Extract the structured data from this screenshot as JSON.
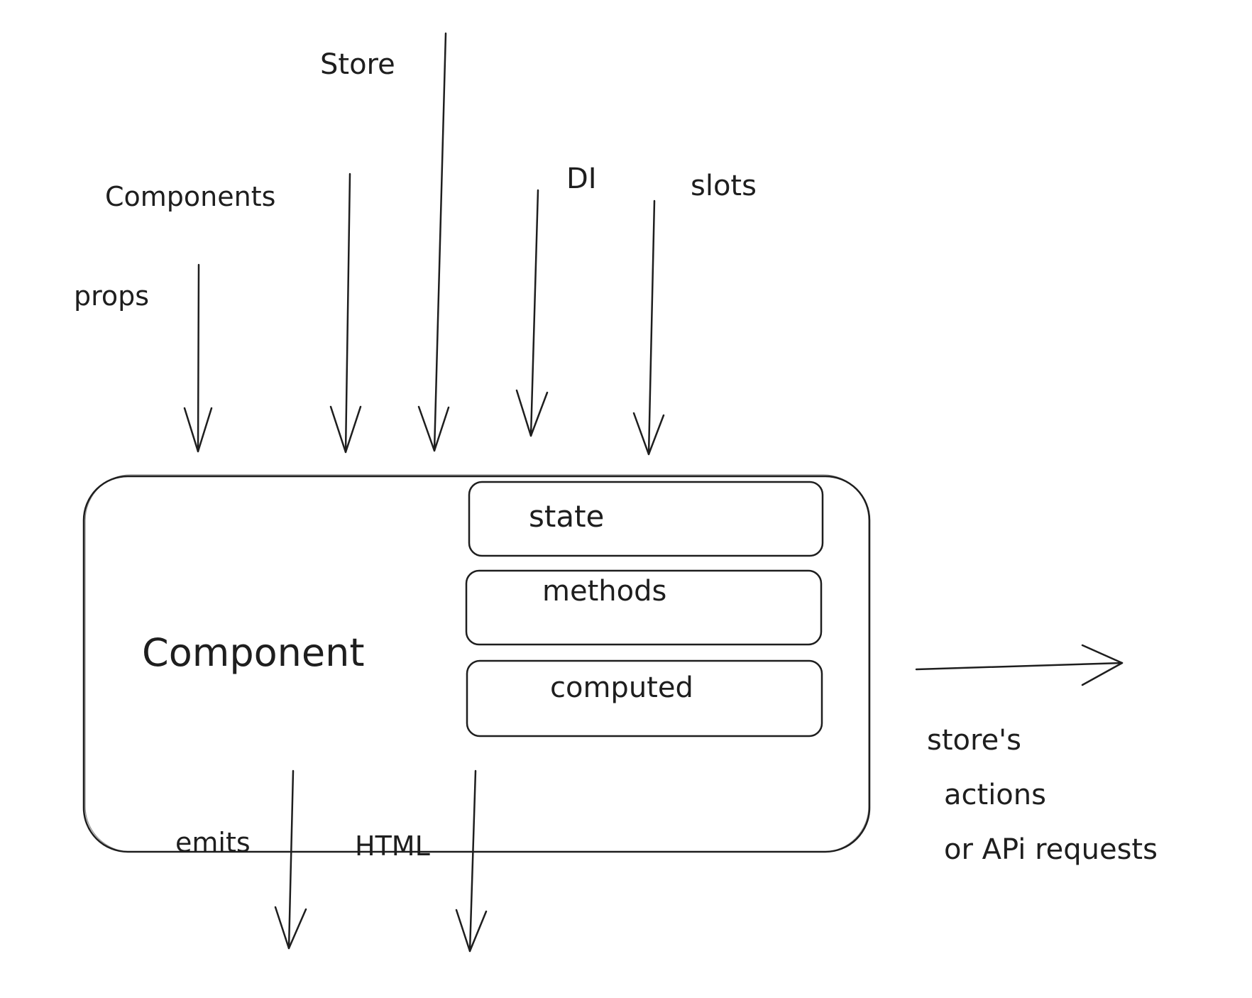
{
  "diagram": {
    "title": "Component",
    "inner_boxes": [
      {
        "label": "state"
      },
      {
        "label": "methods"
      },
      {
        "label": "computed"
      }
    ],
    "inputs": [
      {
        "label": "props"
      },
      {
        "label": "Components"
      },
      {
        "label": "Store"
      },
      {
        "label": "DI"
      },
      {
        "label": "slots"
      }
    ],
    "outputs": [
      {
        "label": "emits"
      },
      {
        "label": "HTML"
      }
    ],
    "side_output": {
      "lines": [
        "store's",
        "actions",
        "or APi requests"
      ]
    },
    "colors": {
      "stroke": "#1e1e1e",
      "background": "#ffffff"
    }
  }
}
